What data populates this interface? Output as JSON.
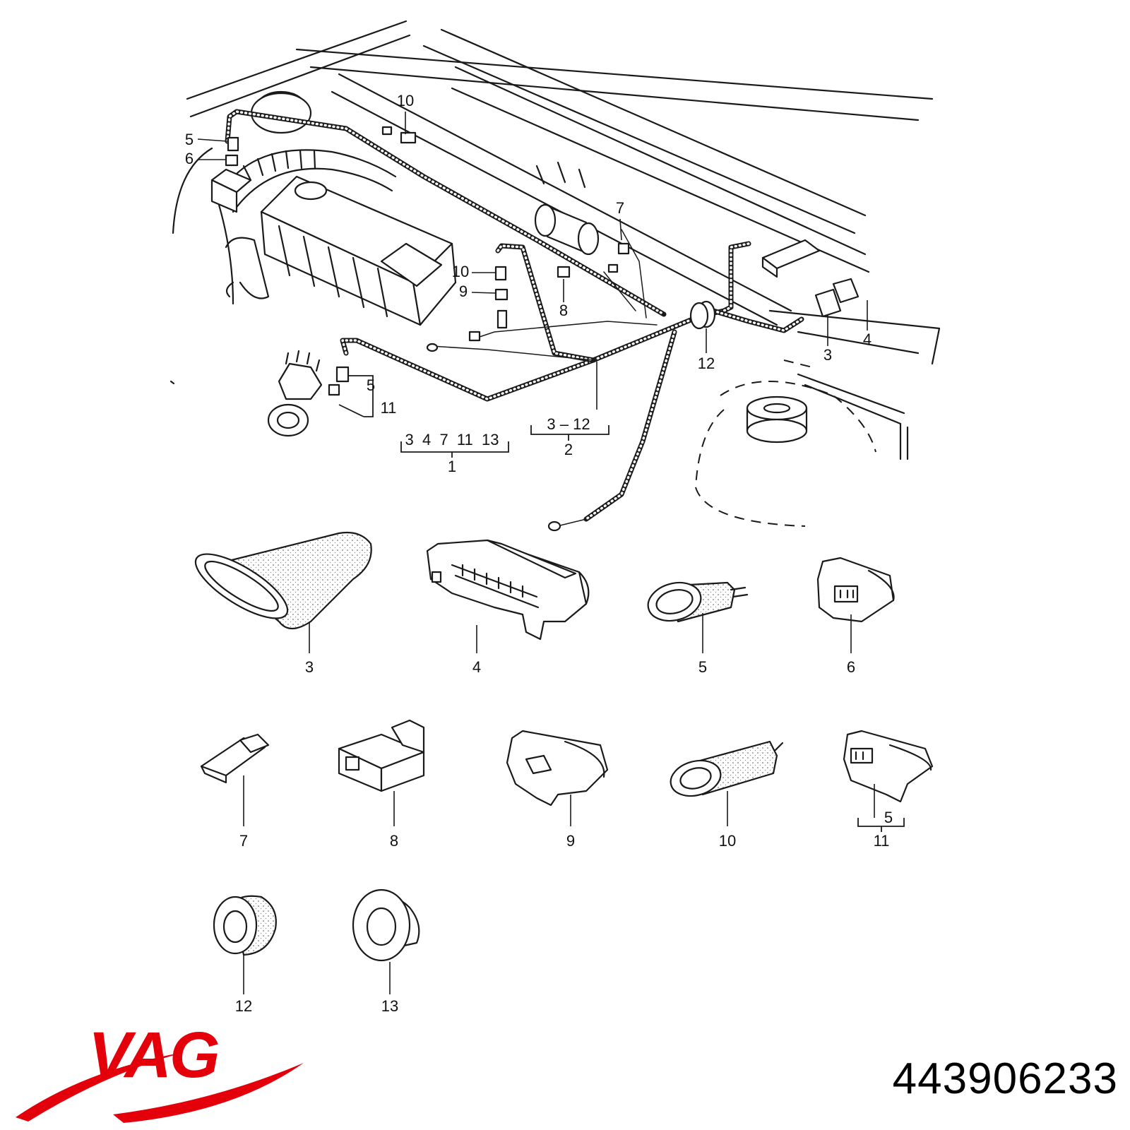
{
  "brand": {
    "name": "VAG",
    "color": "#e3000b"
  },
  "part_number": "443906233",
  "callouts": {
    "n1": "1",
    "n2": "2",
    "n3": "3",
    "n4": "4",
    "n5": "5",
    "n6": "6",
    "n7": "7",
    "n8": "8",
    "n9": "9",
    "n10": "10",
    "n11": "11",
    "n12": "12",
    "n13": "13"
  },
  "groups": {
    "group1_members": "3  4  7  11  13",
    "group2_members": "3 – 12"
  }
}
